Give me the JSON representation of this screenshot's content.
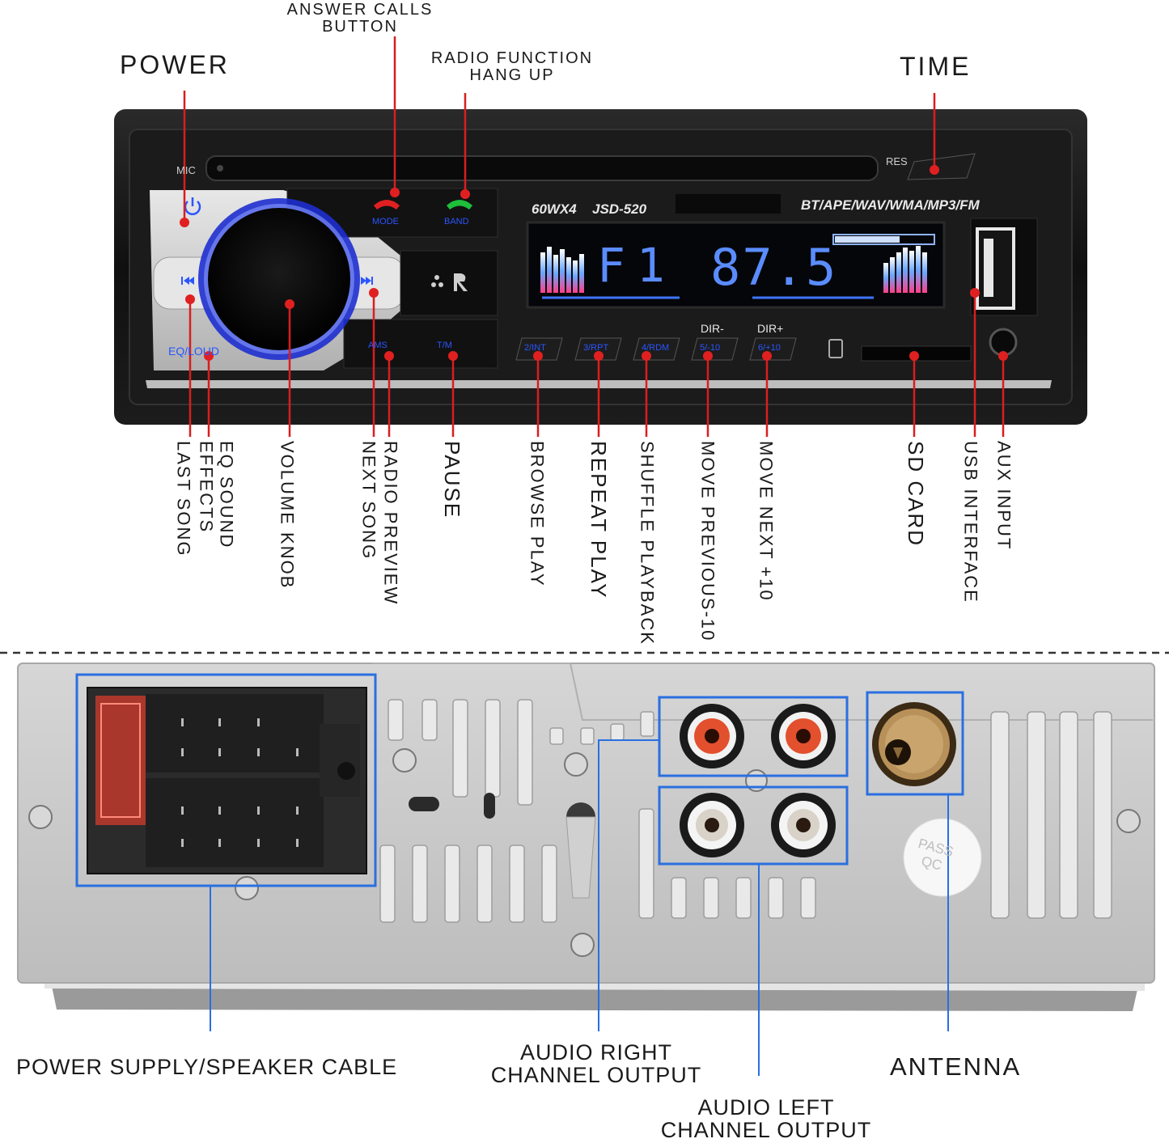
{
  "top_labels": {
    "power": "POWER",
    "answer_calls": "ANSWER CALLS\nBUTTON",
    "radio_function": "RADIO FUNCTION\nHANG UP",
    "time": "TIME"
  },
  "vertical_labels": [
    "LAST SONG",
    "EQ SOUND\nEFFECTS",
    "VOLUME KNOB",
    "NEXT SONG",
    "RADIO PREVIEW",
    "PAUSE",
    "BROWSE PLAY",
    "REPEAT PLAY",
    "SHUFFLE PLAYBACK",
    "MOVE PREVIOUS-10",
    "MOVE NEXT +10",
    "SD CARD",
    "USB INTERFACE",
    "AUX INPUT"
  ],
  "bottom_labels": {
    "power_supply": "POWER SUPPLY/SPEAKER CABLE",
    "audio_right": "AUDIO RIGHT\nCHANNEL OUTPUT",
    "audio_left": "AUDIO LEFT\nCHANNEL OUTPUT",
    "antenna": "ANTENNA"
  },
  "device": {
    "mic": "MIC",
    "res": "RES",
    "model_power": "60WX4",
    "model": "JSD-520",
    "formats": "BT/APE/WAV/WMA/MP3/FM",
    "display_band": "F1",
    "display_freq": "87.5",
    "eq_loud": "EQ/LOUD",
    "dir_minus": "DIR-",
    "dir_plus": "DIR+",
    "mode": "MODE",
    "band": "BAND",
    "ams": "AMS",
    "t_m": "T/M",
    "btn_int": "2/INT",
    "btn_rpt": "3/RPT",
    "btn_rdm": "4/RDM",
    "btn_m10": "5/-10",
    "btn_p10": "6/+10",
    "pass_qc": "PASS\nQC"
  },
  "colors": {
    "leader_red": "#d81e1e",
    "highlight_blue": "#2a6fe0",
    "panel_black": "#141414",
    "display_blue": "#5a8cff",
    "chassis": "#c9c9c9"
  }
}
